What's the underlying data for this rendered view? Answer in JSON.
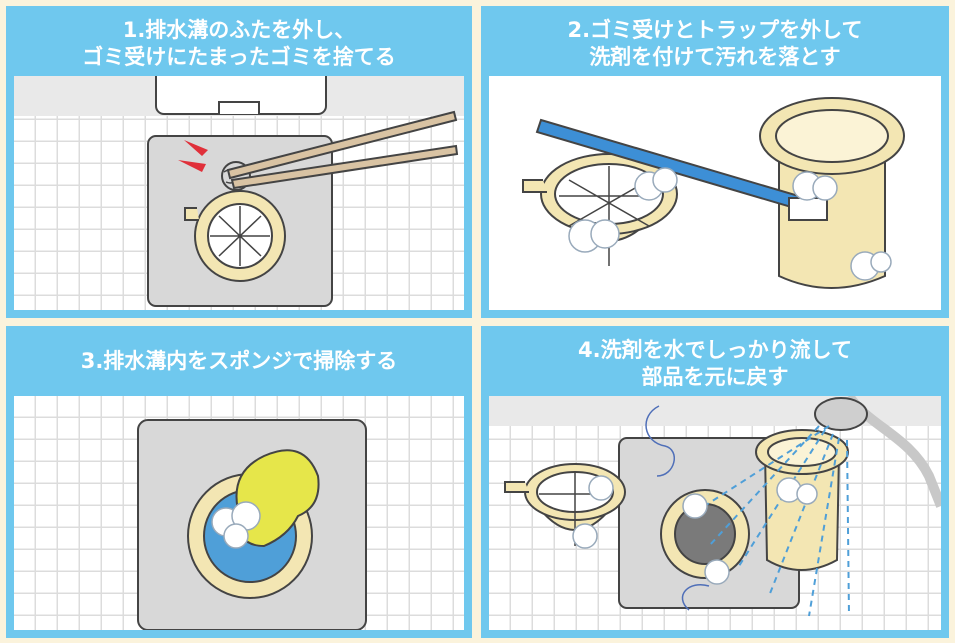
{
  "steps": [
    {
      "lines": [
        "1.排水溝のふたを外し、",
        "ゴミ受けにたまったゴミを捨てる"
      ]
    },
    {
      "lines": [
        "2.ゴミ受けとトラップを外して",
        "洗剤を付けて汚れを落とす"
      ]
    },
    {
      "lines": [
        "3.排水溝内をスポンジで掃除する"
      ]
    },
    {
      "lines": [
        "4.洗剤を水でしっかり流して",
        "部品を元に戻す"
      ]
    }
  ],
  "colors": {
    "panel": "#6fc8ee",
    "background": "#fbf3dc",
    "tile_grout": "#dcdcdc",
    "basket": "#f3e6b3",
    "toothbrush": "#3d8fd6",
    "sponge": "#e6e64a",
    "water": "#4f9fd8"
  },
  "icons": [
    "chopsticks-icon",
    "basket-icon",
    "trap-icon",
    "toothbrush-icon",
    "sponge-icon",
    "shower-icon",
    "foam-icon"
  ]
}
